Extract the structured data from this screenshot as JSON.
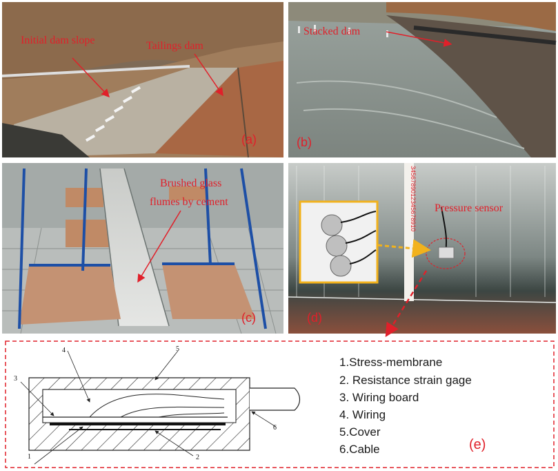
{
  "panels": {
    "a": {
      "letter": "(a)",
      "labels": [
        "Initial dam slope",
        "Tailings dam"
      ]
    },
    "b": {
      "letter": "(b)",
      "labels": [
        "Stacked  dam"
      ]
    },
    "c": {
      "letter": "(c)",
      "labels": [
        "Brushed glass",
        "flumes by cement"
      ]
    },
    "d": {
      "letter": "(d)",
      "labels": [
        "Pressure sensor"
      ],
      "ruler_digits": "3456789012345678910"
    },
    "e": {
      "letter": "(e)",
      "numbers": [
        "1",
        "2",
        "3",
        "4",
        "5",
        "6"
      ],
      "legend": [
        "1.Stress-membrane",
        "2. Resistance strain gage",
        "3. Wiring board",
        "4. Wiring",
        "5.Cover",
        "6.Cable"
      ]
    }
  },
  "colors": {
    "annotation_red": "#e0202a",
    "inset_border": "#f2b21c",
    "arrow_yellow": "#f2b21c"
  }
}
